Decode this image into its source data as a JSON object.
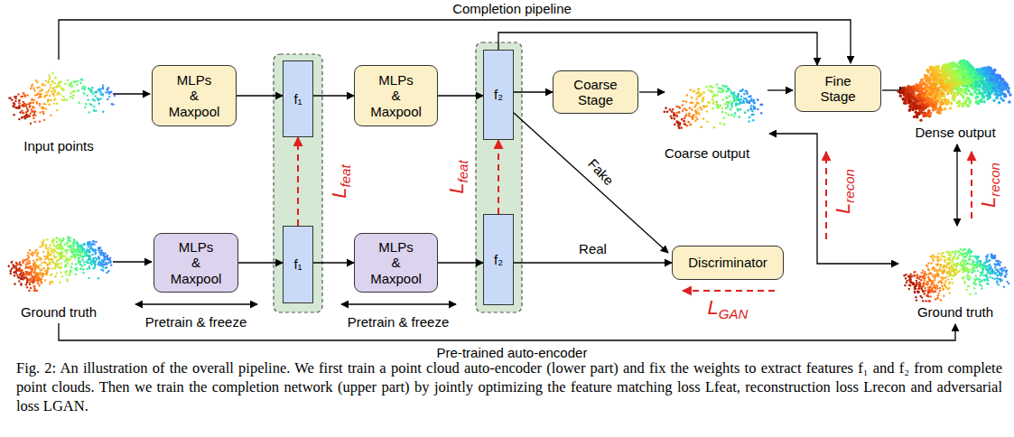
{
  "diagram": {
    "caption": "Fig. 2: An illustration of the overall pipeline. We first train a point cloud auto-encoder (lower part) and fix the weights to extract features f₁ and f₂ from complete point clouds. Then we train the completion network (upper part) by jointly optimizing the feature matching loss Lfeat, reconstruction loss Lrecon and adversarial loss LGAN.",
    "nodes": [
      {
        "text": [
          "MLPs & Maxpool"
        ]
      },
      {
        "text": [
          "f₁"
        ]
      },
      {
        "text": [
          "MLPs & Maxpool"
        ]
      },
      {
        "text": [
          "f₂"
        ]
      },
      {
        "text": [
          "Coarse Stage"
        ]
      },
      {
        "text": [
          "Fine Stage"
        ]
      },
      {
        "text": [
          "MLPs & Maxpool"
        ]
      },
      {
        "text": [
          "f₁"
        ]
      },
      {
        "text": [
          "MLPs & Maxpool"
        ]
      },
      {
        "text": [
          "f₂"
        ]
      },
      {
        "text": [
          "Discriminator"
        ]
      }
    ],
    "edges": [
      {
        "from": 0,
        "to": 1,
        "arrow": "to"
      },
      {
        "from": 1,
        "to": 2,
        "arrow": "to"
      },
      {
        "from": 2,
        "to": 3,
        "arrow": "to"
      },
      {
        "from": 3,
        "to": 4,
        "arrow": "to"
      },
      {
        "from": 3,
        "to": 5,
        "arrow": "to"
      },
      {
        "from": 3,
        "to": 10,
        "label": "Fake",
        "arrow": "to"
      },
      {
        "from": 6,
        "to": 7,
        "arrow": "to"
      },
      {
        "from": 7,
        "to": 8,
        "arrow": "to"
      },
      {
        "from": 8,
        "to": 9,
        "arrow": "to"
      },
      {
        "from": 9,
        "to": 10,
        "label": "Real",
        "arrow": "to"
      },
      {
        "from": 7,
        "to": 1,
        "label": "Lfeat",
        "arrow": "to"
      },
      {
        "from": 9,
        "to": 3,
        "label": "Lfeat",
        "arrow": "to"
      }
    ],
    "labels": [
      "Input points",
      "Ground truth",
      "Coarse output",
      "Dense output",
      "Ground truth",
      "Completion pipeline",
      "Pretrain & freeze",
      "Pretrain & freeze",
      "Pre-trained auto-encoder",
      "Lrecon",
      "Lrecon",
      "LGAN"
    ]
  }
}
